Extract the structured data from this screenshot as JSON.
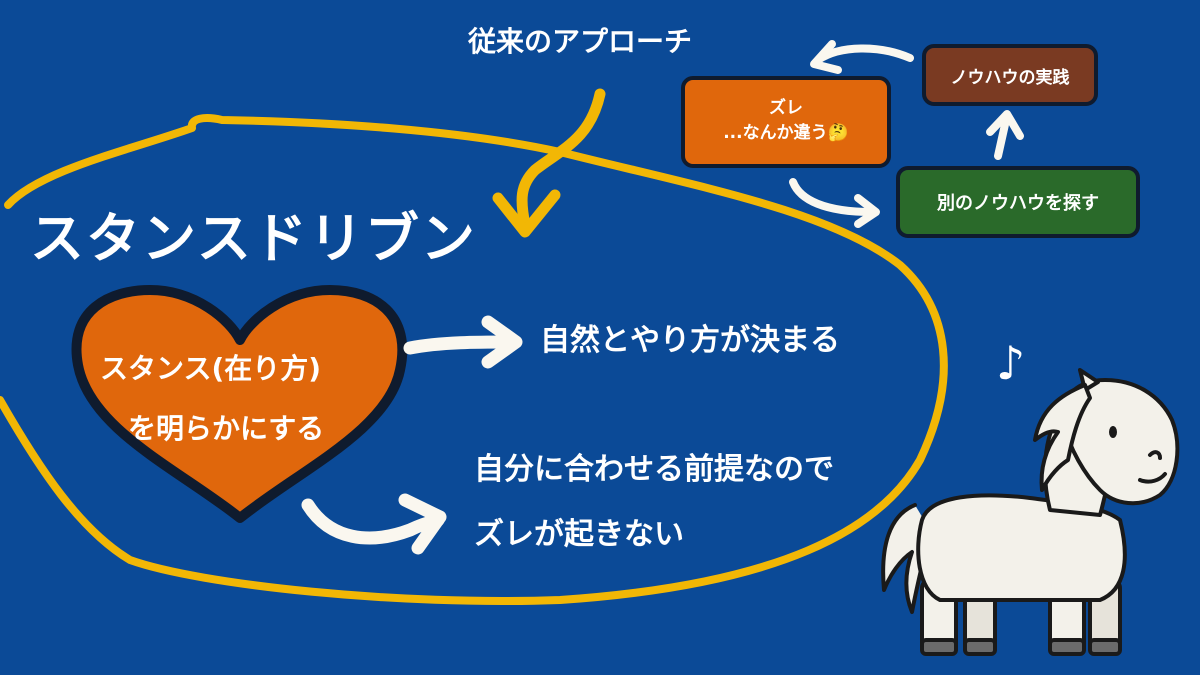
{
  "colors": {
    "background": "#0b4a97",
    "loop_yellow": "#f2b705",
    "orange": "#e0670c",
    "brown": "#7a3a22",
    "green": "#2a6a2a",
    "outline": "#0f1b2e",
    "arrow_white": "#faf7ef"
  },
  "title": "スタンスドリブン",
  "traditional_label": "従来のアプローチ",
  "heart": {
    "line1": "スタンス(在り方)",
    "line2": "を明らかにする"
  },
  "outcome_1": "自然とやり方が決まる",
  "outcome_2": {
    "line1": "自分に合わせる前提なので",
    "line2": "ズレが起きない"
  },
  "cycle": {
    "mismatch": {
      "line1": "ズレ",
      "line2": "...なんか違う🤔"
    },
    "find_other": "別のノウハウを探す",
    "practice": "ノウハウの実践"
  },
  "icons": {
    "music_note": "♪",
    "horse": "horse-illustration"
  }
}
